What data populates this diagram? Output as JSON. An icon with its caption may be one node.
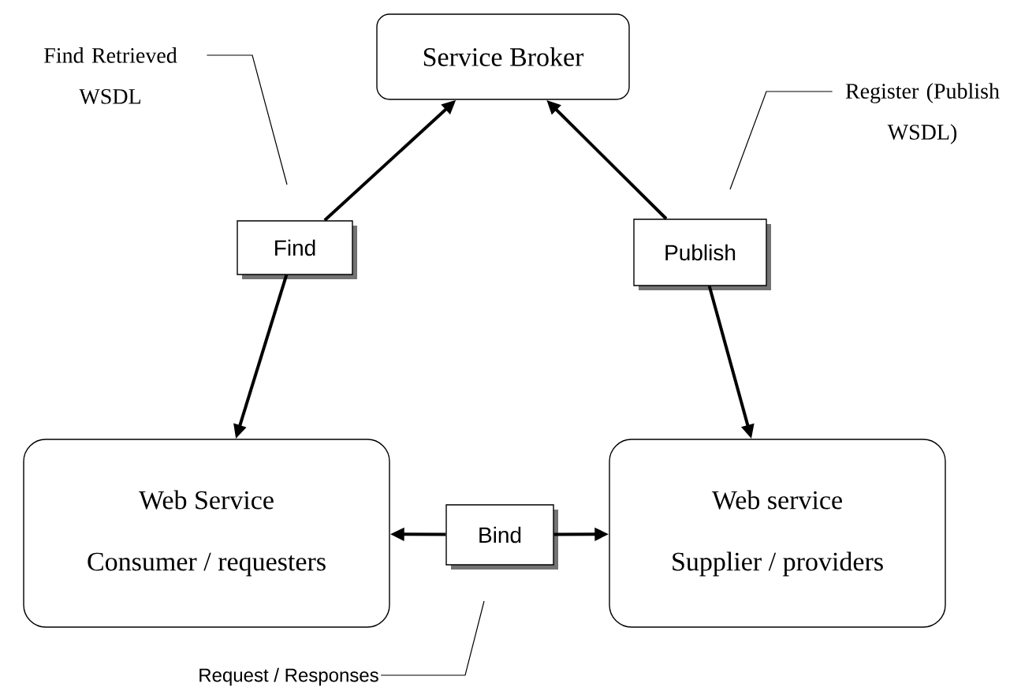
{
  "diagram": {
    "nodes": [
      {
        "text": [
          "Service Broker"
        ]
      },
      {
        "text": [
          "Find"
        ]
      },
      {
        "text": [
          "Publish"
        ]
      },
      {
        "text": [
          "Web Service",
          "Consumer / requesters"
        ]
      },
      {
        "text": [
          "Web service",
          "Supplier / providers"
        ]
      },
      {
        "text": [
          "Bind"
        ]
      },
      {
        "text": [
          "Find Retrieved WSDL"
        ]
      },
      {
        "text": [
          "Register (Publish WSDL)"
        ]
      },
      {
        "text": [
          "Request / Responses"
        ]
      }
    ],
    "edges": [
      {
        "from": 1,
        "to": 0,
        "arrow": "to"
      },
      {
        "from": 1,
        "to": 3,
        "arrow": "to"
      },
      {
        "from": 2,
        "to": 0,
        "arrow": "to"
      },
      {
        "from": 2,
        "to": 4,
        "arrow": "to"
      },
      {
        "from": 5,
        "to": 3,
        "arrow": "to"
      },
      {
        "from": 5,
        "to": 4,
        "arrow": "to"
      },
      {
        "from": 6,
        "to": null,
        "arrow": "none"
      },
      {
        "from": 7,
        "to": null,
        "arrow": "none"
      },
      {
        "from": 8,
        "to": null,
        "arrow": "none"
      }
    ]
  }
}
